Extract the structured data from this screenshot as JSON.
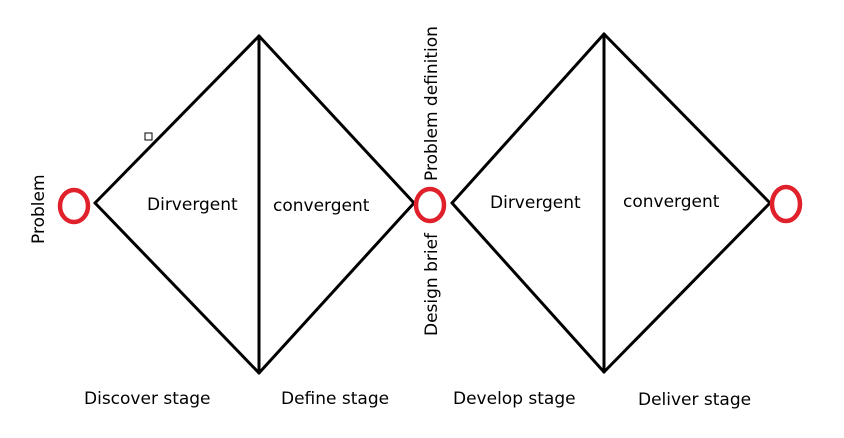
{
  "diagram": {
    "left_diamond": {
      "left_phase": "Dirvergent",
      "right_phase": "convergent"
    },
    "right_diamond": {
      "left_phase": "Dirvergent",
      "right_phase": "convergent"
    },
    "stages": [
      "Discover stage",
      "Define stage",
      "Develop stage",
      "Deliver stage"
    ],
    "side_labels": {
      "start": "Problem",
      "middle_top": "Problem definition",
      "middle_bottom": "Design brief"
    }
  },
  "colors": {
    "line": "#000000",
    "marker": "#e0202a",
    "text": "#000000"
  }
}
